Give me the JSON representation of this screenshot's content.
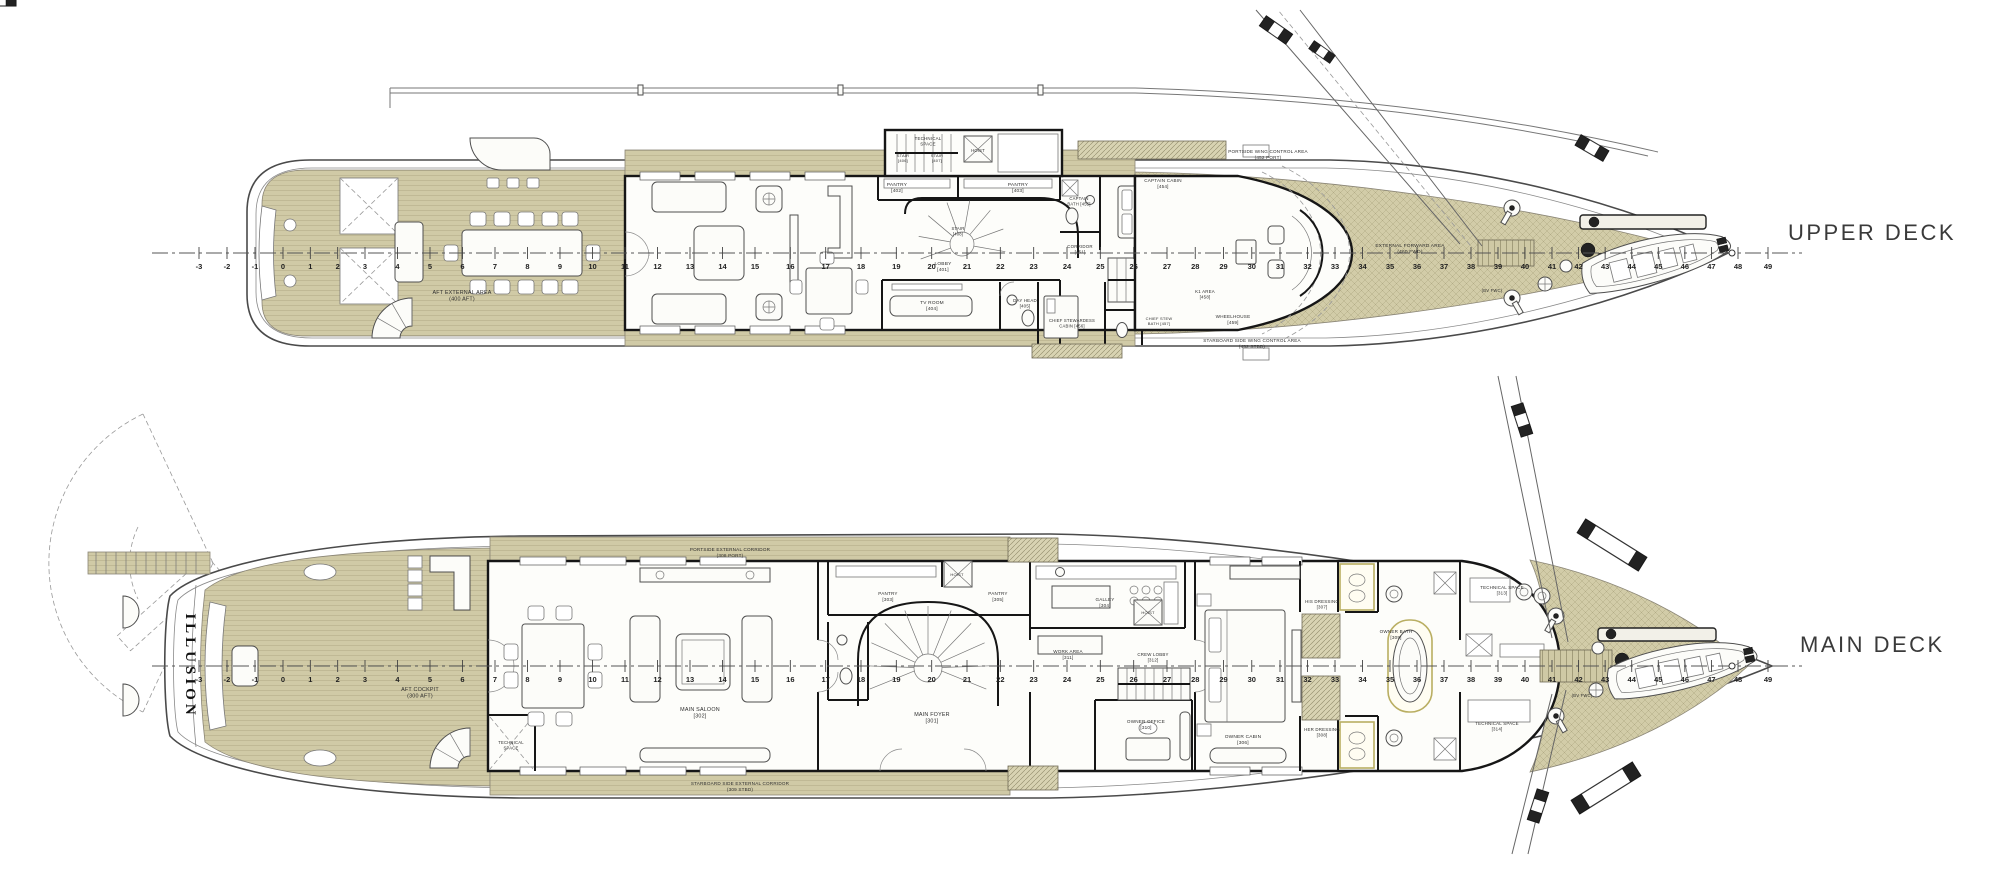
{
  "decks": {
    "upper": {
      "title": "UPPER DECK",
      "labels": {
        "aft_external": {
          "lines": [
            "AFT EXTERNAL AREA",
            "(400 AFT)"
          ]
        },
        "technical_space": {
          "lines": [
            "TECHNICAL",
            "SPACE"
          ]
        },
        "stair_port": {
          "lines": [
            "STAIR",
            "[406]"
          ]
        },
        "stair_stbd": {
          "lines": [
            "STAIR",
            "[407]"
          ]
        },
        "stair_spiral": {
          "lines": [
            "STAIR",
            "[408]"
          ]
        },
        "hoist": {
          "lines": [
            "HOIST"
          ]
        },
        "pantry_port": {
          "lines": [
            "PANTRY",
            "[402]"
          ]
        },
        "pantry_stbd": {
          "lines": [
            "PANTRY",
            "[403]"
          ]
        },
        "lobby": {
          "lines": [
            "LOBBY",
            "[401]"
          ]
        },
        "tv_room": {
          "lines": [
            "TV ROOM",
            "[404]"
          ]
        },
        "day_head": {
          "lines": [
            "DAY HEAD",
            "[405]"
          ]
        },
        "corridor": {
          "lines": [
            "CORRIDOR",
            "[451]"
          ]
        },
        "captain_bath": {
          "lines": [
            "CAPTAIN",
            "BATH [455]"
          ]
        },
        "captain_cabin": {
          "lines": [
            "CAPTAIN CABIN",
            "[454]"
          ]
        },
        "chief_stew_cabin": {
          "lines": [
            "CHIEF STEWARDESS",
            "CABIN [456]"
          ]
        },
        "chief_stew_bath": {
          "lines": [
            "CHIEF STEW",
            "BATH [457]"
          ]
        },
        "k1_area": {
          "lines": [
            "K1 AREA",
            "[458]"
          ]
        },
        "wheelhouse": {
          "lines": [
            "WHEELHOUSE",
            "[459]"
          ]
        },
        "portside_wing": {
          "lines": [
            "PORTSIDE WING CONTROL AREA",
            "(452 PORT)"
          ]
        },
        "starboard_wing": {
          "lines": [
            "STARBOARD SIDE WING CONTROL AREA",
            "(452 STBD)"
          ]
        },
        "external_forward": {
          "lines": [
            "EXTERNAL FORWARD AREA",
            "(460 FWD)"
          ]
        },
        "bv_fwc": {
          "lines": [
            "(BV FWC)"
          ]
        }
      }
    },
    "main": {
      "title": "MAIN DECK",
      "name_plate": "ILLUSION",
      "labels": {
        "aft_cockpit": {
          "lines": [
            "AFT COCKPIT",
            "(300 AFT)"
          ]
        },
        "technical_space_aft": {
          "lines": [
            "TECHNICAL",
            "SPACE"
          ]
        },
        "portside_corridor": {
          "lines": [
            "PORTSIDE EXTERNAL CORRIDOR",
            "(308 PORT)"
          ]
        },
        "starboard_corridor": {
          "lines": [
            "STARBOARD SIDE EXTERNAL CORRIDOR",
            "(309 STBD)"
          ]
        },
        "main_saloon": {
          "lines": [
            "MAIN SALOON",
            "[302]"
          ]
        },
        "main_foyer": {
          "lines": [
            "MAIN FOYER",
            "[301]"
          ]
        },
        "pantry_port": {
          "lines": [
            "PANTRY",
            "[303]"
          ]
        },
        "pantry_stbd": {
          "lines": [
            "PANTRY",
            "[305]"
          ]
        },
        "hoist_1": {
          "lines": [
            "HOIST"
          ]
        },
        "hoist_2": {
          "lines": [
            "HOIST"
          ]
        },
        "galley": {
          "lines": [
            "GALLEY",
            "[304]"
          ]
        },
        "work_area": {
          "lines": [
            "WORK AREA",
            "[311]"
          ]
        },
        "crew_lobby": {
          "lines": [
            "CREW LOBBY",
            "[312]"
          ]
        },
        "owner_office": {
          "lines": [
            "OWNER OFFICE",
            "[310]"
          ]
        },
        "owner_cabin": {
          "lines": [
            "OWNER CABIN",
            "[306]"
          ]
        },
        "his_dressing": {
          "lines": [
            "HIS DRESSING",
            "[307]"
          ]
        },
        "her_dressing": {
          "lines": [
            "HER DRESSING",
            "[308]"
          ]
        },
        "owner_bath": {
          "lines": [
            "OWNER BATH",
            "[309]"
          ]
        },
        "technical_space_1": {
          "lines": [
            "TECHNICAL SPACE",
            "[313]"
          ]
        },
        "technical_space_2": {
          "lines": [
            "TECHNICAL SPACE",
            "[314]"
          ]
        },
        "bv_fwc": {
          "lines": [
            "(BV FWC)"
          ]
        }
      }
    }
  },
  "frame_ruler": {
    "min": -3,
    "max": 49
  },
  "colors": {
    "teak": "#cfc8a4",
    "hull": "#4a4a4a",
    "wall": "#161616",
    "label": "#2e2e2e",
    "accent_gold": "#b9ae62"
  }
}
